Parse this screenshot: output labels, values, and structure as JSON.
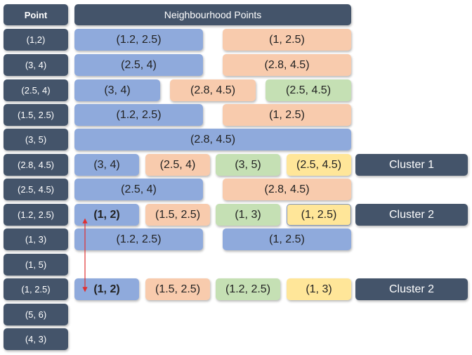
{
  "header": {
    "point": "Point",
    "neighbourhood": "Neighbourhood Points"
  },
  "points": [
    "(1,2)",
    "(3, 4)",
    "(2.5, 4)",
    "(1.5, 2.5)",
    "(3, 5)",
    "(2.8, 4.5)",
    "(2.5, 4.5)",
    "(1.2, 2.5)",
    "(1, 3)",
    "(1, 5)",
    "(1, 2.5)",
    "(5, 6)",
    "(4, 3)"
  ],
  "neighbours": {
    "r0": [
      "(1.2, 2.5)",
      "(1, 2.5)"
    ],
    "r1": [
      "(2.5, 4)",
      "(2.8, 4.5)"
    ],
    "r2": [
      "(3, 4)",
      "(2.8, 4.5)",
      "(2.5, 4.5)"
    ],
    "r3": [
      "(1.2, 2.5)",
      "(1, 2.5)"
    ],
    "r4": [
      "(2.8, 4.5)"
    ],
    "r5": [
      "(3, 4)",
      "(2.5, 4)",
      "(3, 5)",
      "(2.5, 4.5)"
    ],
    "r6": [
      "(2.5, 4)",
      "(2.8, 4.5)"
    ],
    "r7": [
      "(1, 2)",
      "(1.5, 2.5)",
      "(1, 3)",
      "(1, 2.5)"
    ],
    "r8": [
      "(1.2, 2.5)",
      "(1, 2.5)"
    ],
    "r10": [
      "(1, 2)",
      "(1.5, 2.5)",
      "(1.2, 2.5)",
      "(1, 3)"
    ]
  },
  "clusters": {
    "r5": "Cluster 1",
    "r7": "Cluster 2",
    "r10": "Cluster 2"
  },
  "colors": {
    "dark": "#44546a",
    "blue": "#8faadc",
    "orange": "#f8cbad",
    "green": "#c5e0b4",
    "yellow": "#ffe699",
    "arrow": "#e03030"
  }
}
